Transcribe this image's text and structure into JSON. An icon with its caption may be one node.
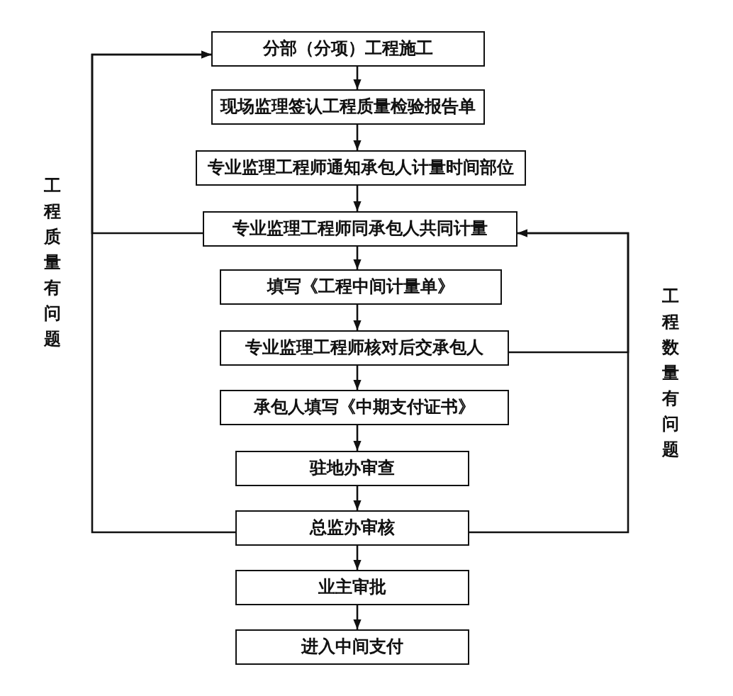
{
  "diagram": {
    "nodes": [
      {
        "text": [
          "分部（分项）工程施工"
        ]
      },
      {
        "text": [
          "现场监理签认工程质量检验报告单"
        ]
      },
      {
        "text": [
          "专业监理工程师通知承包人计量时间部位"
        ]
      },
      {
        "text": [
          "专业监理工程师同承包人共同计量"
        ]
      },
      {
        "text": [
          "填写《工程中间计量单》"
        ]
      },
      {
        "text": [
          "专业监理工程师核对后交承包人"
        ]
      },
      {
        "text": [
          "承包人填写《中期支付证书》"
        ]
      },
      {
        "text": [
          "驻地办审查"
        ]
      },
      {
        "text": [
          "总监办审核"
        ]
      },
      {
        "text": [
          "业主审批"
        ]
      },
      {
        "text": [
          "进入中间支付"
        ]
      }
    ],
    "edges": [
      {
        "from": 0,
        "to": 1,
        "arrow": "to"
      },
      {
        "from": 1,
        "to": 2,
        "arrow": "to"
      },
      {
        "from": 2,
        "to": 3,
        "arrow": "to"
      },
      {
        "from": 3,
        "to": 4,
        "arrow": "to"
      },
      {
        "from": 4,
        "to": 5,
        "arrow": "to"
      },
      {
        "from": 5,
        "to": 6,
        "arrow": "to"
      },
      {
        "from": 6,
        "to": 7,
        "arrow": "to"
      },
      {
        "from": 7,
        "to": 8,
        "arrow": "to"
      },
      {
        "from": 8,
        "to": 9,
        "arrow": "to"
      },
      {
        "from": 9,
        "to": 10,
        "arrow": "to"
      },
      {
        "from": 3,
        "to": 0,
        "arrow": "to"
      },
      {
        "from": 8,
        "to": 0,
        "arrow": "to"
      },
      {
        "from": 5,
        "to": 3,
        "arrow": "to"
      },
      {
        "from": 8,
        "to": 3,
        "arrow": "to"
      }
    ],
    "labels": [
      "工程质量有问题",
      "工程数量有问题"
    ]
  }
}
